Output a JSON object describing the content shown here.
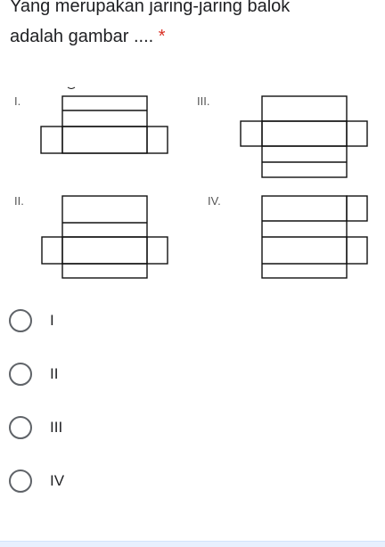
{
  "question": {
    "line1": "Yang merupakan jaring-jaring balok",
    "line2": "adalah gambar ....",
    "required_mark": "*"
  },
  "figure": {
    "labels": [
      "I.",
      "II.",
      "III.",
      "IV."
    ]
  },
  "options": [
    {
      "label": "I",
      "selected": false
    },
    {
      "label": "II",
      "selected": false
    },
    {
      "label": "III",
      "selected": false
    },
    {
      "label": "IV",
      "selected": false
    }
  ],
  "colors": {
    "text": "#202124",
    "required": "#d93025",
    "radio_border": "#5f6368",
    "net_stroke": "#111111"
  }
}
